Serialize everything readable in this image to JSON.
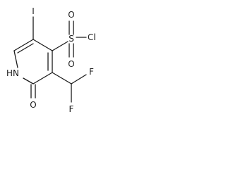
{
  "molecule": {
    "atoms": {
      "iodine": "I",
      "sulfur": "S",
      "sulfonyl_oxygen_upper": "O",
      "sulfonyl_oxygen_lower": "O",
      "chlorine": "Cl",
      "ring_nitrogen": "HN",
      "carbonyl_oxygen": "O",
      "fluorine_upper": "F",
      "fluorine_lower": "F"
    }
  }
}
